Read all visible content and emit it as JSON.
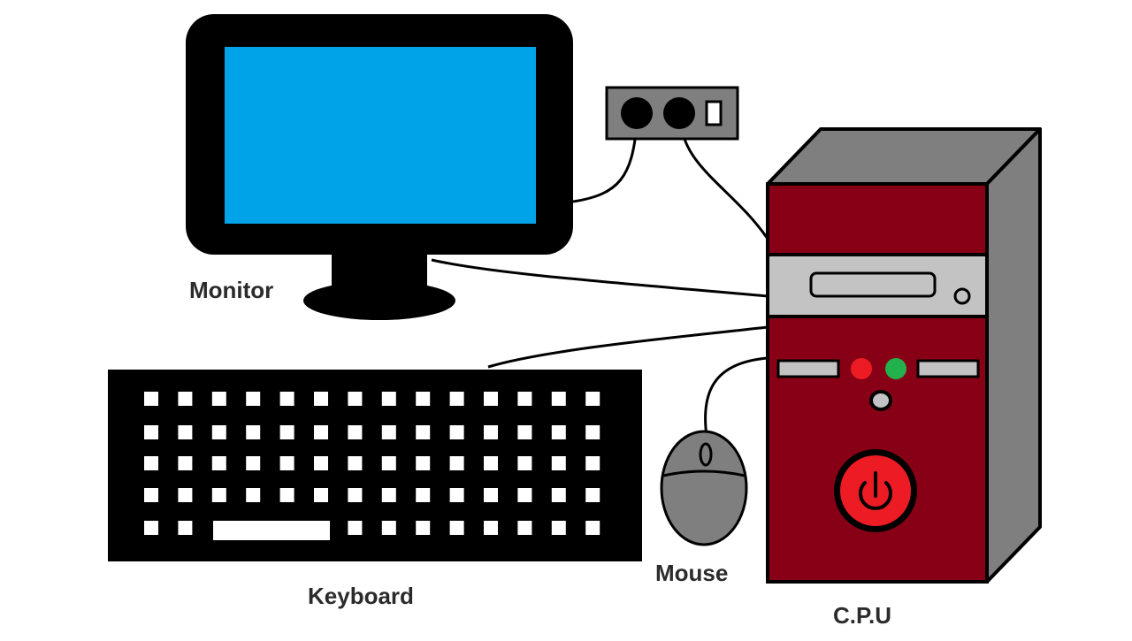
{
  "labels": {
    "monitor": "Monitor",
    "keyboard": "Keyboard",
    "mouse": "Mouse",
    "cpu": "C.P.U"
  },
  "colors": {
    "outline": "#000000",
    "screen": "#00a2e8",
    "cpu_body": "#880015",
    "cpu_side": "#7f7f7f",
    "panel_gray": "#c3c3c3",
    "led_red": "#ed1c24",
    "led_green": "#22b14c",
    "power_button": "#ed1c24",
    "key": "#ffffff",
    "label_text": "#2b2b2b"
  },
  "icons": {
    "power": "power-symbol-icon"
  }
}
